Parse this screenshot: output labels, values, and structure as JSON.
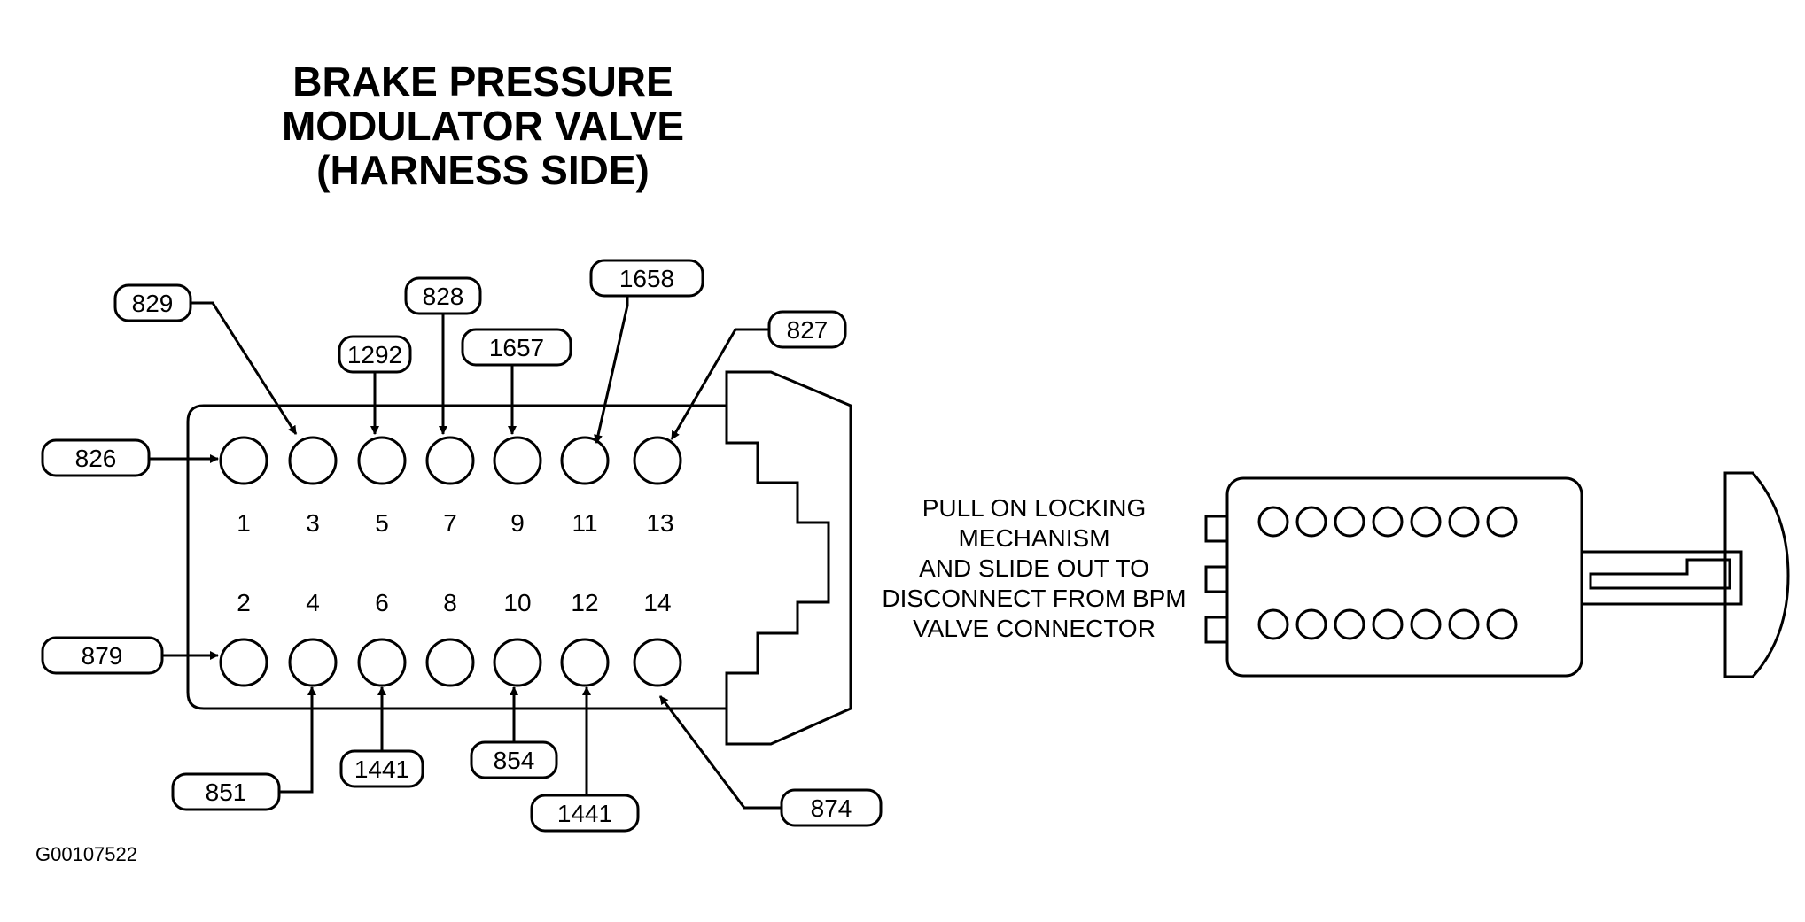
{
  "title": {
    "line1": "BRAKE PRESSURE",
    "line2": "MODULATOR VALVE",
    "line3": "(HARNESS SIDE)"
  },
  "pin_numbers": {
    "top": [
      "1",
      "3",
      "5",
      "7",
      "9",
      "11",
      "13"
    ],
    "bottom": [
      "2",
      "4",
      "6",
      "8",
      "10",
      "12",
      "14"
    ]
  },
  "wire_tags": {
    "pin1": "826",
    "pin3": "829",
    "pin5": "1292",
    "pin7": "828",
    "pin9": "1657",
    "pin11": "1658",
    "pin13": "827",
    "pin2": "879",
    "pin4": "851",
    "pin6": "1441",
    "pin10": "854",
    "pin12": "1441",
    "pin14": "874"
  },
  "instruction": {
    "line1": "PULL ON LOCKING",
    "line2": "MECHANISM",
    "line3": "AND SLIDE OUT TO",
    "line4": "DISCONNECT FROM BPM",
    "line5": "VALVE CONNECTOR"
  },
  "figure_id": "G00107522"
}
